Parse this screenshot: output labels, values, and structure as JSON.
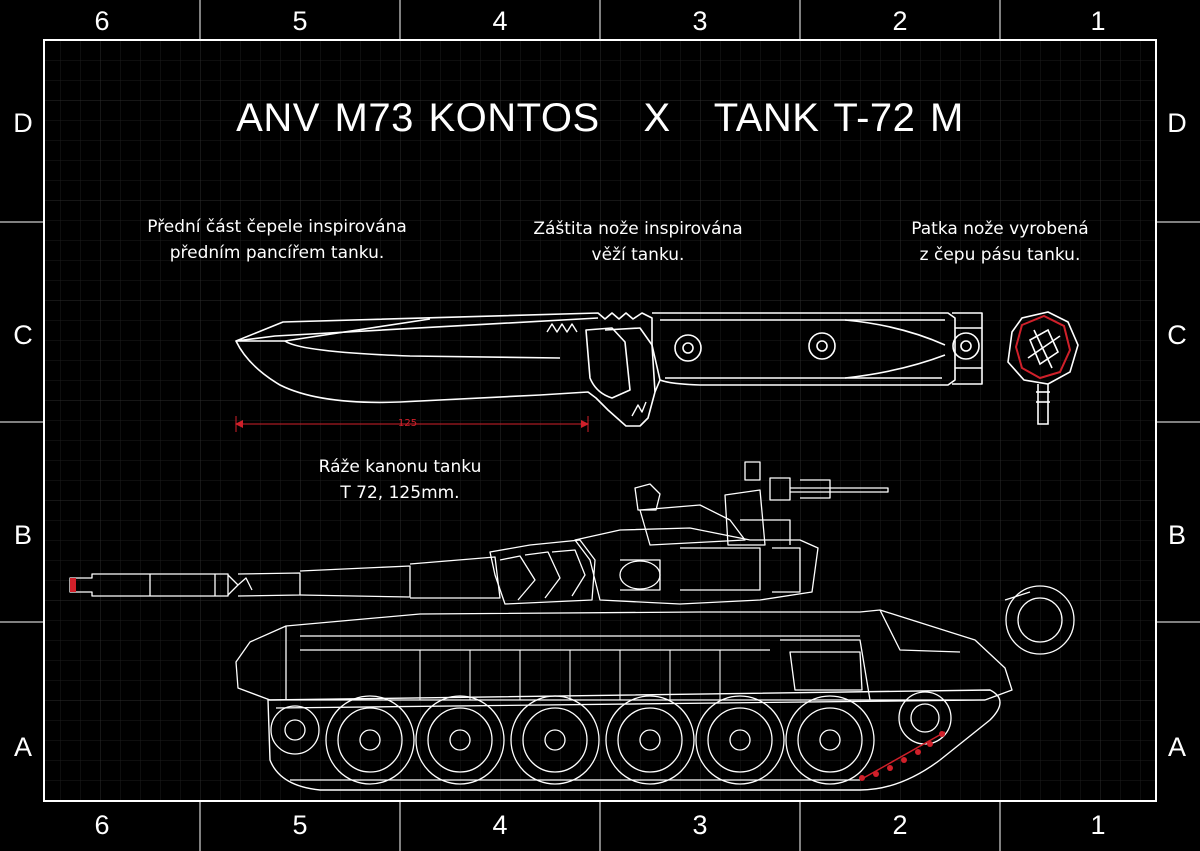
{
  "title": "ANV M73 KONTOS   X   TANK T-72 M",
  "columns": [
    "6",
    "5",
    "4",
    "3",
    "2",
    "1"
  ],
  "rows": [
    "D",
    "C",
    "B",
    "A"
  ],
  "notes": {
    "blade": [
      "Přední část čepele inspirována",
      "předním pancířem tanku."
    ],
    "guard": [
      "Záštita nože inspirována",
      "věží tanku."
    ],
    "pommel": [
      "Patka nože vyrobená",
      "z čepu pásu tanku."
    ],
    "caliber": [
      "Ráže kanonu tanku",
      "T 72, 125mm."
    ]
  },
  "dimension_label": "125",
  "colors": {
    "background": "#000000",
    "grid": "#2a2a2a",
    "line": "#ffffff",
    "accent": "#d0202a"
  }
}
